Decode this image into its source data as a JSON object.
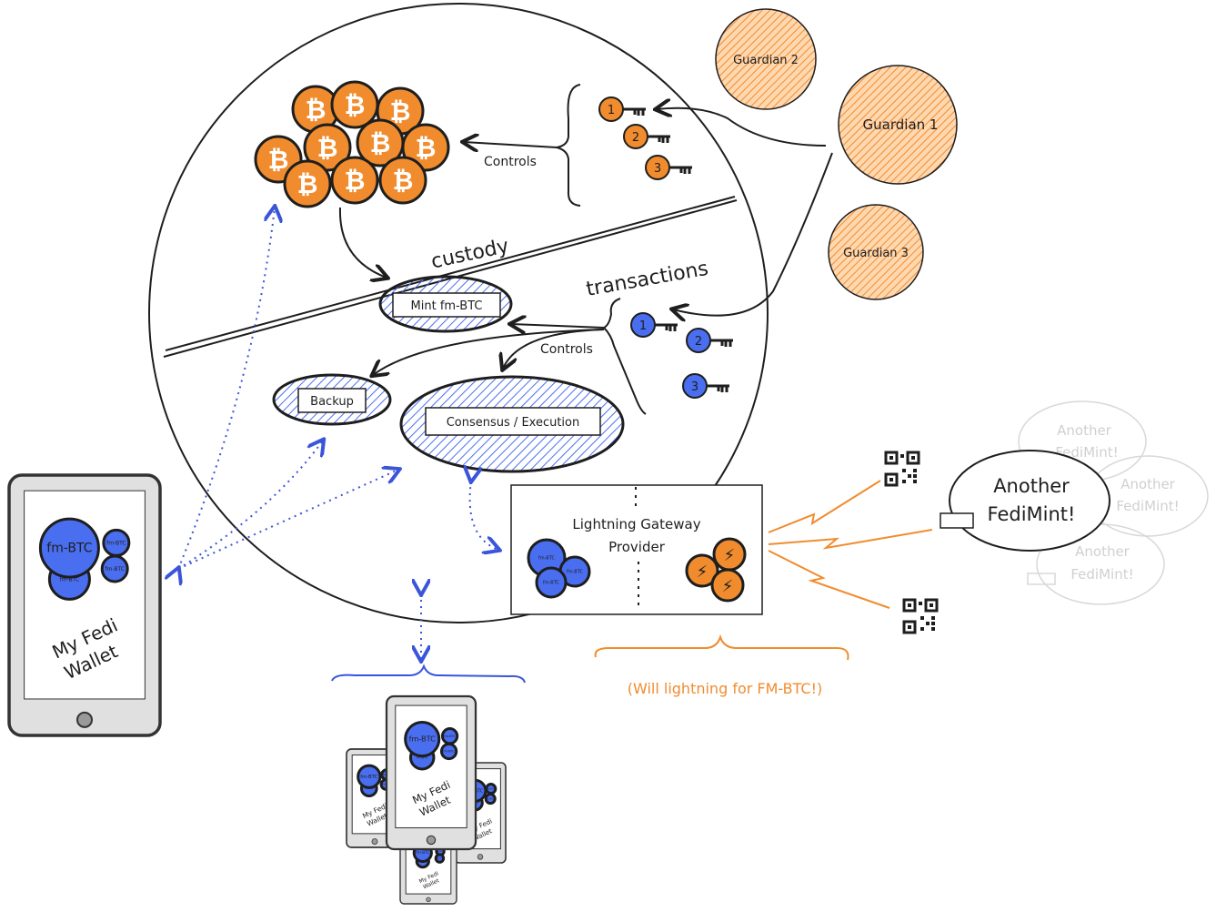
{
  "colors": {
    "orange": "#f08c2e",
    "blue": "#4a6ef0",
    "ink": "#1e1e1e",
    "faded": "#d0d0d0",
    "dotted": "#3b55d9"
  },
  "coin_symbol": "₿",
  "lightning_symbol": "⚡",
  "custody_label": "custody",
  "transactions_label": "transactions",
  "controls_top": "Controls",
  "controls_bottom": "Controls",
  "guardians": [
    {
      "label": "Guardian 2"
    },
    {
      "label": "Guardian 1"
    },
    {
      "label": "Guardian 3"
    }
  ],
  "orange_keys": [
    "1",
    "2",
    "3"
  ],
  "blue_keys": [
    "1",
    "2",
    "3"
  ],
  "modules": {
    "mint": "Mint fm-BTC",
    "backup": "Backup",
    "consensus": "Consensus / Execution"
  },
  "gateway": {
    "title_line1": "Lightning Gateway",
    "title_line2": "Provider",
    "token": "fm-BTC"
  },
  "gateway_note": "(Will lightning for FM-BTC!)",
  "wallet": {
    "token": "fm-BTC",
    "small_token": "fm-BTC",
    "label_line1": "My Fedi",
    "label_line2": "Wallet"
  },
  "other_mint": {
    "line1": "Another",
    "line2": "FediMint!"
  }
}
